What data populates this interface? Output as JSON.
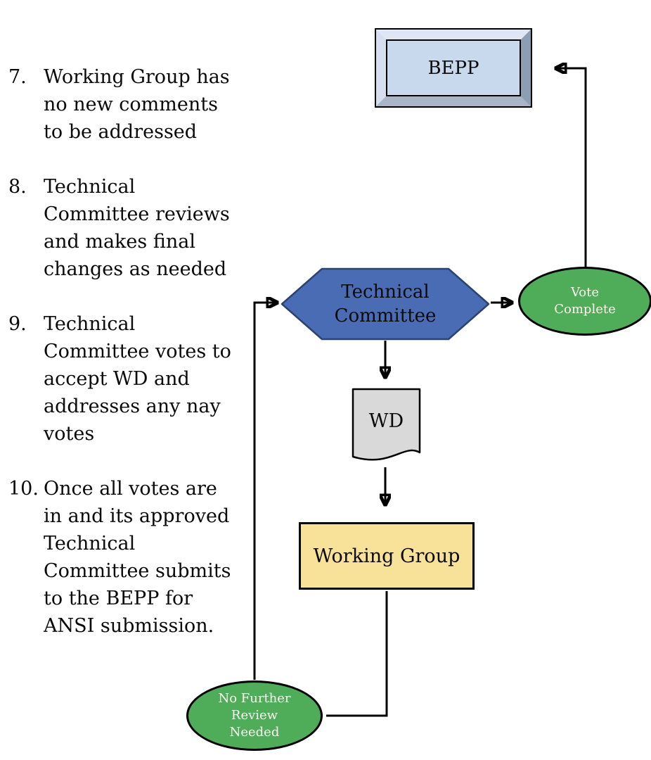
{
  "steps": {
    "items": [
      {
        "number": "7.",
        "text": "Working Group has\nno new comments\nto be addressed"
      },
      {
        "number": "8.",
        "text": "Technical\nCommittee reviews\nand makes final\nchanges as needed"
      },
      {
        "number": "9.",
        "text": "Technical\nCommittee votes to\naccept WD and\naddresses any nay\nvotes"
      },
      {
        "number": "10.",
        "text": "Once all votes are\nin and its approved\nTechnical\nCommittee submits\nto the BEPP for\nANSI submission."
      }
    ]
  },
  "flowchart": {
    "bepp": {
      "type": "bevel-rectangle",
      "label": "BEPP"
    },
    "technical_committee": {
      "type": "hexagon",
      "label": "Technical\nCommittee"
    },
    "vote_complete": {
      "type": "ellipse",
      "label": "Vote\nComplete"
    },
    "wd": {
      "type": "document",
      "label": "WD"
    },
    "working_group": {
      "type": "rectangle",
      "label": "Working Group"
    },
    "no_further_review": {
      "type": "ellipse",
      "label": "No Further\nReview\nNeeded"
    }
  },
  "colors": {
    "hexagon_fill": "#4A6CB4",
    "hexagon_stroke": "#2C4373",
    "ellipse_fill": "#4FAC58",
    "working_group_fill": "#F8E299",
    "wd_fill": "#D9D9D9",
    "bepp_inner_fill": "#C8D8ED",
    "bepp_bevel_top": "#DEE7F3",
    "bepp_bevel_left": "#D5DFEE",
    "bepp_bevel_right": "#8E9EB2",
    "bepp_bevel_bottom": "#A7B5C7",
    "connector": "#000000",
    "background": "#FFFFFF"
  }
}
